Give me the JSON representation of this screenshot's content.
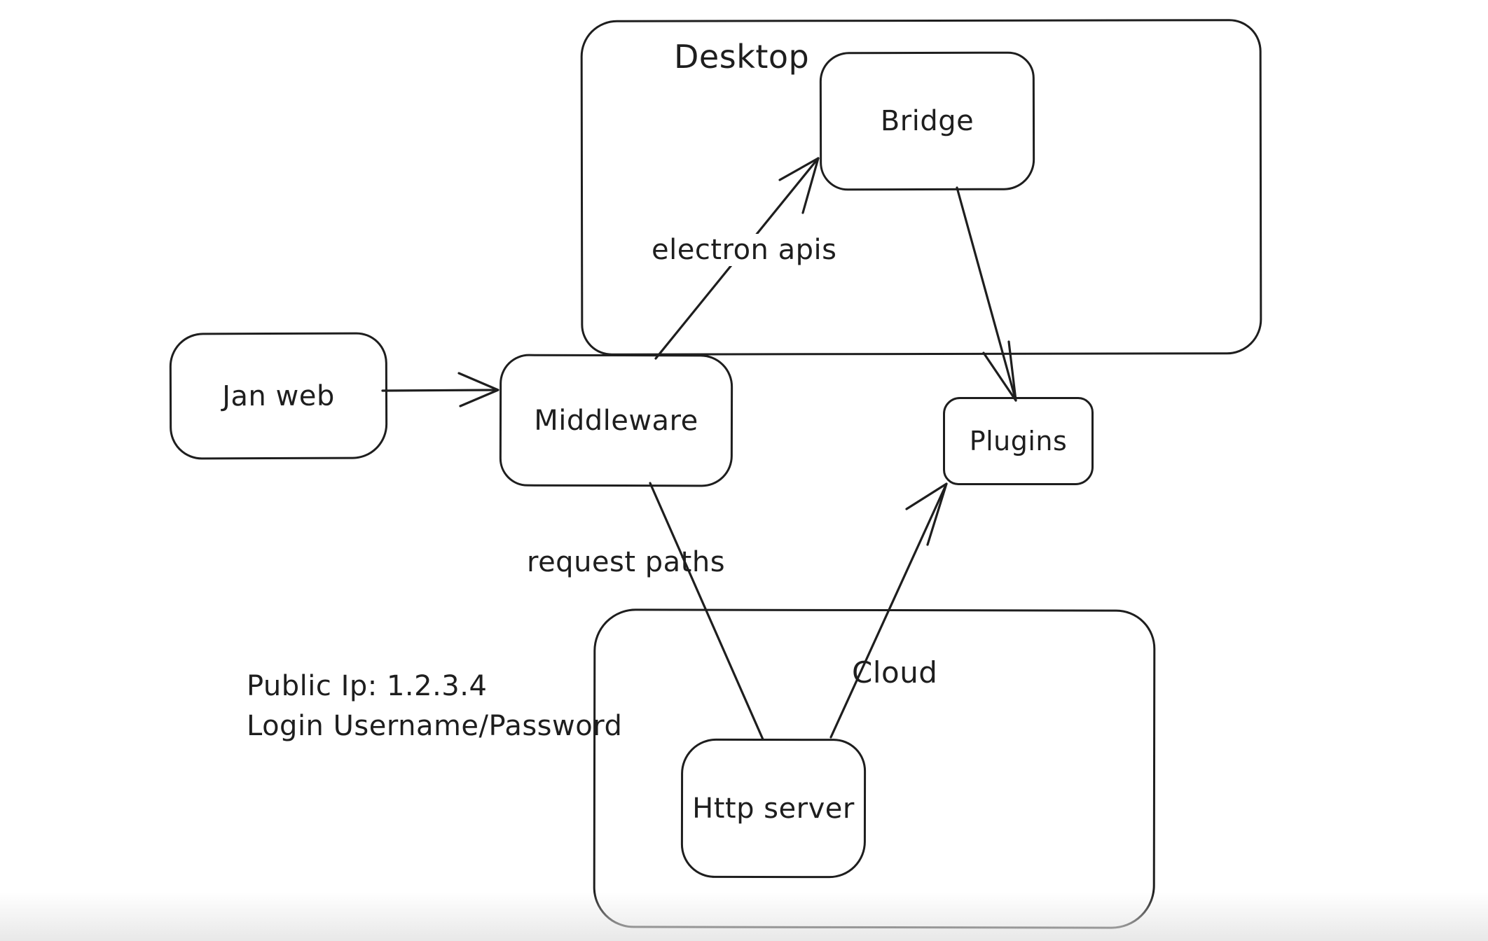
{
  "colors": {
    "background": "#ffffff",
    "stroke": "#1e1e1e"
  },
  "diagram": {
    "containers": [
      {
        "id": "desktop",
        "label": "Desktop"
      },
      {
        "id": "cloud",
        "label": "Cloud"
      }
    ],
    "nodes": [
      {
        "id": "jan-web",
        "label": "Jan web"
      },
      {
        "id": "middleware",
        "label": "Middleware"
      },
      {
        "id": "bridge",
        "label": "Bridge"
      },
      {
        "id": "plugins",
        "label": "Plugins"
      },
      {
        "id": "http-server",
        "label": "Http server"
      }
    ],
    "edges": [
      {
        "from": "Jan web",
        "to": "Middleware",
        "label": "",
        "arrowhead": true
      },
      {
        "from": "Middleware",
        "to": "Bridge",
        "label": "electron apis",
        "arrowhead": true
      },
      {
        "from": "Bridge",
        "to": "Plugins",
        "label": "",
        "arrowhead": true
      },
      {
        "from": "Middleware",
        "to": "Http server",
        "label": "request paths",
        "arrowhead": false
      },
      {
        "from": "Http server",
        "to": "Plugins",
        "label": "",
        "arrowhead": true
      }
    ],
    "edge_labels": [
      {
        "id": "electron-apis",
        "text": "electron apis"
      },
      {
        "id": "request-paths",
        "text": "request paths"
      }
    ],
    "annotation": {
      "line1": "Public Ip: 1.2.3.4",
      "line2": "Login Username/Password"
    }
  }
}
